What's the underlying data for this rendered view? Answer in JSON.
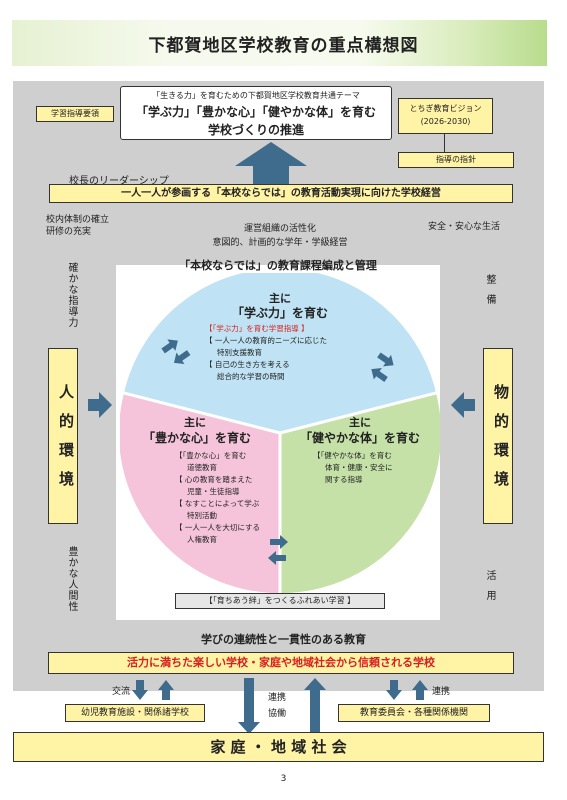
{
  "title": "下都賀地区学校教育の重点構想図",
  "theme_caption": "「生きる力」を育むための下都賀地区学校教育共通テーマ",
  "theme_line1": "「学ぶ力」「豊かな心」「健やかな体」を育む",
  "theme_line2": "学校づくりの推進",
  "left_box": "学習指導要領",
  "vision_line1": "とちぎ教育ビジョン",
  "vision_line2": "(2026-2030)",
  "guideline": "指導の指針",
  "leadership": "校長のリーダーシップ",
  "management": "一人一人が参画する「本校ならでは」の教育活動実現に向けた学校経営",
  "left_top_line1": "校内体制の確立",
  "left_top_line2": "研修の充実",
  "right_top": "安全・安心な生活",
  "center_line1": "運営組織の活性化",
  "center_line2": "意図的、計画的な学年・学級経営",
  "left_vertical_top": "確かな指導力",
  "left_vertical_bottom": "豊かな人間性",
  "right_vertical_top": "整備",
  "right_vertical_bottom": "活用",
  "left_side_box": "人的環境",
  "right_side_box": "物的環境",
  "curriculum": "「本校ならでは」の教育課程編成と管理",
  "circle": {
    "top_sub": "主に",
    "top_title": "「学ぶ力」を育む",
    "top_items": [
      {
        "text": "【「学ぶ力」を育む学習指導 】",
        "color": "#d6211e"
      },
      {
        "text": "【 一人一人の教育的ニーズに応じた",
        "color": "#222222"
      },
      {
        "text": "特別支援教育",
        "color": "#222222"
      },
      {
        "text": "【 自己の生き方を考える",
        "color": "#222222"
      },
      {
        "text": "総合的な学習の時間",
        "color": "#222222"
      }
    ],
    "left_sub": "主に",
    "left_title": "「豊かな心」を育む",
    "left_items": [
      "【「豊かな心」を育む",
      "道徳教育",
      "【 心の教育を踏まえた",
      "児童・生徒指導",
      "【 なすことによって学ぶ",
      "特別活動",
      "【 一人一人を大切にする",
      "人権教育"
    ],
    "right_sub": "主に",
    "right_title": "「健やかな体」を育む",
    "right_items": [
      "【「健やかな体」を育む",
      "体育・健康・安全に",
      "関する指導"
    ],
    "colors": {
      "top": "#bfe3f4",
      "left": "#f5c4da",
      "right": "#c5e1a8"
    }
  },
  "bottom_inner": "【「育ちあう絆」をつくるふれあい学習 】",
  "continuity": "学びの連続性と一貫性のある教育",
  "slogan": "活力に満ちた楽しい学校・家庭や地域社会から信頼される学校",
  "exchange": "交流",
  "cooperation_left": "連携",
  "cooperation_center1": "連携",
  "cooperation_center2": "協働",
  "kindergarten": "幼児教育施設・関係諸学校",
  "board": "教育委員会・各種関係機関",
  "community": "家 庭 ・ 地 域 社 会",
  "page_number": "3"
}
